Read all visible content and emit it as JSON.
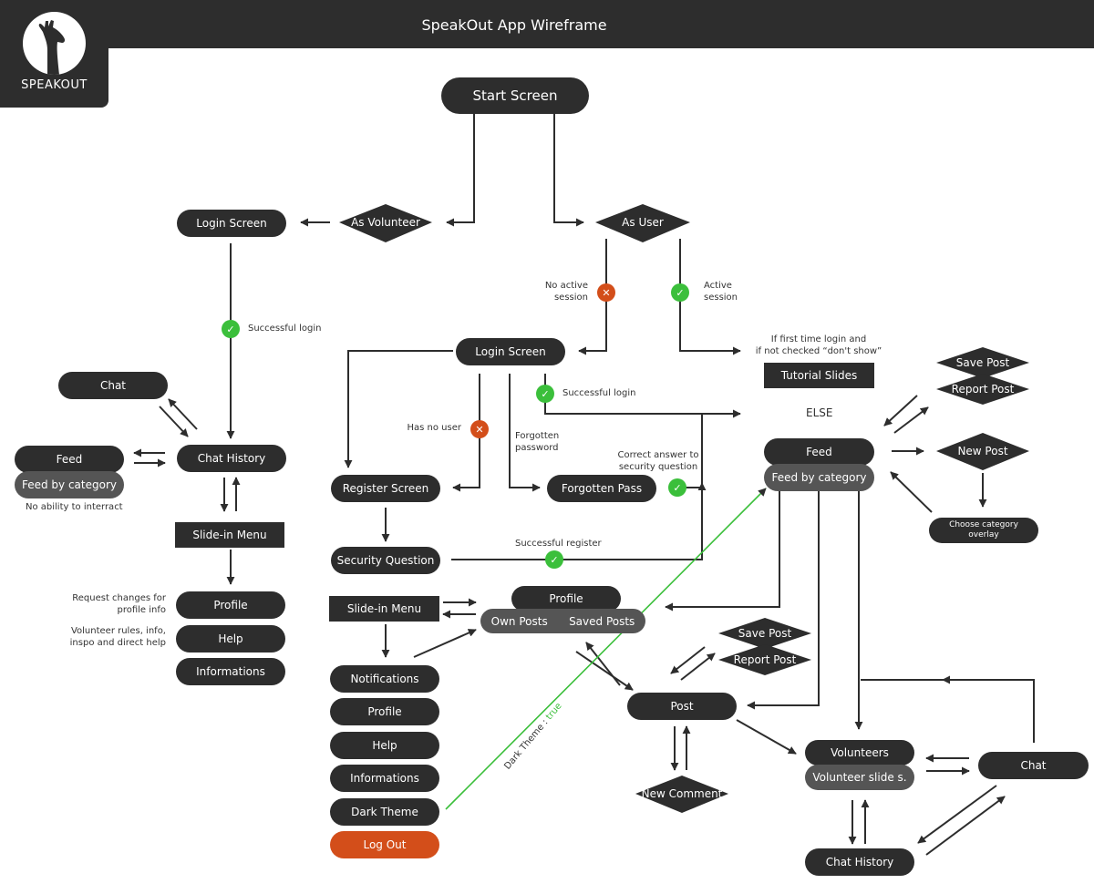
{
  "header": {
    "title": "SpeakOut App Wireframe",
    "logo_text": "SPEAKOUT"
  },
  "start": {
    "label": "Start Screen"
  },
  "decisions": {
    "as_volunteer": "As Volunteer",
    "as_user": "As User",
    "save_post_1": "Save Post",
    "report_post_1": "Report Post",
    "new_post": "New Post",
    "save_post_2": "Save Post",
    "report_post_2": "Report Post",
    "new_comment": "New Comment"
  },
  "volunteer_side": {
    "login_screen": "Login Screen",
    "chat": "Chat",
    "chat_history": "Chat History",
    "feed": "Feed",
    "feed_by_category": "Feed by category",
    "slide_in_menu": "Slide-in Menu",
    "profile": "Profile",
    "help": "Help",
    "informations": "Informations"
  },
  "user_side": {
    "login_screen": "Login Screen",
    "register_screen": "Register Screen",
    "forgotten_pass": "Forgotten Pass",
    "security_question": "Security Question",
    "slide_in_menu": "Slide-in Menu",
    "profile": "Profile",
    "own_posts": "Own Posts",
    "saved_posts": "Saved Posts",
    "menu_items": [
      "Notifications",
      "Profile",
      "Help",
      "Informations",
      "Dark Theme"
    ],
    "log_out": "Log Out",
    "tutorial_slides": "Tutorial Slides",
    "else": "ELSE",
    "feed": "Feed",
    "feed_by_category": "Feed by category",
    "choose_category_overlay": "Choose category\noverlay",
    "post": "Post",
    "volunteers": "Volunteers",
    "volunteer_slides": "Volunteer slide s.",
    "chat": "Chat",
    "chat_history": "Chat History"
  },
  "notes": {
    "successful_login_1": "Successful login",
    "no_active_session": "No active\nsession",
    "active_session": "Active\nsession",
    "first_time_login": "If first time login and\nif not checked “don't show”",
    "successful_login_2": "Successful login",
    "has_no_user": "Has no user",
    "forgotten_password": "Forgotten\npassword",
    "correct_answer": "Correct answer to\nsecurity question",
    "successful_register": "Successful register",
    "no_ability": "No ability to interract",
    "request_changes": "Request changes for\nprofile info",
    "volunteer_rules": "Volunteer rules, info,\ninspo and direct help",
    "dark_theme_key": "Dark Theme : ",
    "dark_theme_value": "true"
  },
  "colors": {
    "dark": "#2d2d2d",
    "grey": "#555555",
    "accent_orange": "#d34e1a",
    "accent_green": "#3bbf3b"
  },
  "icons": {
    "ok": "check-icon",
    "no": "cross-icon"
  }
}
